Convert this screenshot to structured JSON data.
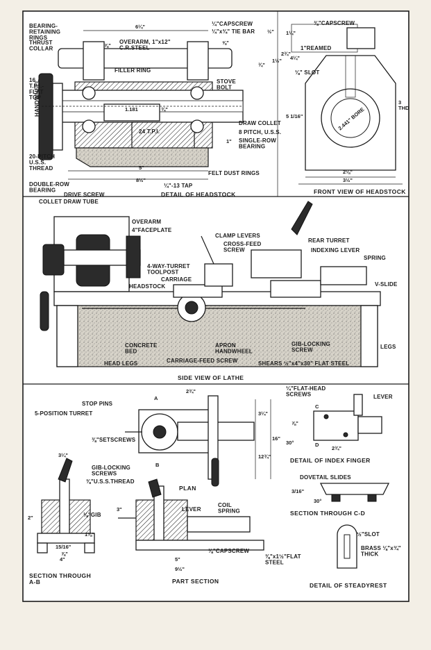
{
  "headstock_detail": {
    "title": "DETAIL OF HEADSTOCK",
    "labels": {
      "bearing_rings": "BEARING-\nRETAINING\nRINGS",
      "thrust_collar": "THRUST\nCOLLAR",
      "overall_len": "6¼\"",
      "capscrew": "¼\"CAPSCREW",
      "tie_bar": "¼\"x¾\" TIE BAR",
      "d78": "⅞\"",
      "overarm": "OVERARM, 1\"x12\"\nC.R.STEEL",
      "d58": "⅝\"",
      "filler_ring": "FILLER RING",
      "tpi": "16\nT.P.I.-\nFLAT\nTOP",
      "stove_bolt": "STOVE\nBOLT",
      "handwheel": "HANDWHEEL",
      "d1181": "1.181",
      "d34": "¾\"",
      "tpi24": "24 T.P.I.",
      "draw_collet": "DRAW COLLET",
      "pitch": "8 PITCH, U.S.S.",
      "single_row": "SINGLE-ROW\nBEARING",
      "d1": "1\"",
      "pitch20": "20-PITCH\nU.S.S.\nTHREAD",
      "felt": "FELT DUST RINGS",
      "d5": "5\"",
      "d812": "8½\"",
      "double_row": "DOUBLE-ROW\nBEARING",
      "drive_screw": "DRIVE SCREW",
      "collet_tube": "COLLET DRAW TUBE",
      "tap": "¼\"-13 TAP"
    }
  },
  "front_view": {
    "title": "FRONT VIEW OF HEADSTOCK",
    "labels": {
      "capscrew": "⅜\"CAPSCREW",
      "d114": "1¼\"",
      "d12": "½\"",
      "d34a": "¾\"",
      "d112": "1½\"",
      "d234": "2¾\"",
      "d414": "4¼\"",
      "reamed": "1\"REAMED",
      "slot": "⅛\" SLOT",
      "bore": "2.441\" BORE",
      "d516": "5 1/16\"",
      "d3": "3\nTHD",
      "d218": "2⅛\"",
      "d312": "3½\""
    }
  },
  "side_view": {
    "title": "SIDE VIEW OF LATHE",
    "labels": {
      "overarm": "OVERARM",
      "faceplate": "4\"FACEPLATE",
      "clamp_levers": "CLAMP LEVERS",
      "cross_feed": "CROSS-FEED\nSCREW",
      "rear_turret": "REAR TURRET",
      "indexing_lever": "INDEXING LEVER",
      "spring": "SPRING",
      "toolpost": "4-WAY-TURRET\nTOOLPOST",
      "carriage": "CARRIAGE",
      "headstock": "HEADSTOCK",
      "v_slide": "V-SLIDE",
      "concrete": "CONCRETE\nBED",
      "apron": "APRON\nHANDWHEEL",
      "gib": "GIB-LOCKING\nSCREW",
      "legs": "LEGS",
      "head_legs": "HEAD LEGS",
      "carriage_feed": "CARRIAGE-FEED SCREW",
      "shears": "SHEARS ½\"x4\"x30\" FLAT STEEL"
    }
  },
  "plan": {
    "title": "PLAN",
    "labels": {
      "stop_pins": "STOP PINS",
      "five_pos": "5-POSITION TURRET",
      "a": "A",
      "b": "B",
      "d234": "2¾\"",
      "d314": "3¼\"",
      "d16": "16\"",
      "d1234": "12¾\"",
      "setscrews": "⅜\"SETSCREWS",
      "gib_locking": "GIB-LOCKING\nSCREWS",
      "uss": "⅜\"U.S.S.THREAD"
    }
  },
  "index_finger": {
    "title": "DETAIL OF INDEX FINGER",
    "labels": {
      "flat_head": "¼\"FLAT-HEAD\nSCREWS",
      "lever": "LEVER",
      "c": "C",
      "d": "D",
      "d30": "30°",
      "d78": "⅞\"",
      "d234": "2¾\""
    }
  },
  "section_cd": {
    "title": "SECTION THROUGH C-D",
    "labels": {
      "dovetail": "DOVETAIL SLIDES",
      "d30": "30°",
      "d316": "3/16\""
    }
  },
  "section_ab": {
    "title": "SECTION THROUGH\nA-B",
    "labels": {
      "d314": "3¼\"",
      "gib": "⅛\"GIB",
      "d2": "2\"",
      "d4": "4\"",
      "d138": "1⅜\"",
      "d1516": "15/16\"",
      "d78": "⅞\""
    }
  },
  "part_section": {
    "title": "PART SECTION",
    "labels": {
      "lever": "LEVER",
      "coil_spring": "COIL\nSPRING",
      "capscrew": "⅜\"CAPSCREW",
      "flat_steel": "⅜\"x1½\"FLAT\nSTEEL",
      "d5": "5\"",
      "d912": "9½\"",
      "d3": "3\""
    }
  },
  "steadyrest": {
    "title": "DETAIL OF STEADYREST",
    "labels": {
      "slot": "½\"SLOT",
      "brass": "BRASS ⅛\"x¾\"\nTHICK"
    }
  }
}
